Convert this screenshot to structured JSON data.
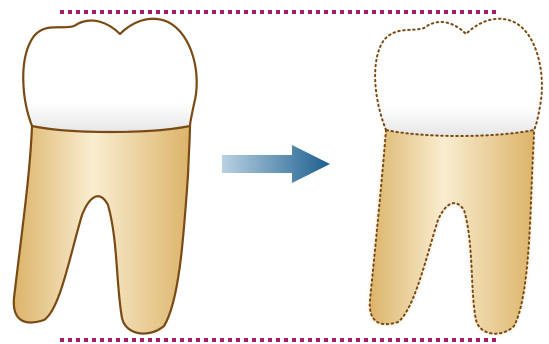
{
  "colors": {
    "background": "#ffffff",
    "guide_line": "#a01f6a",
    "crown_fill": "#ffffff",
    "crown_shade": "#e6e6e6",
    "root_light": "#f9edd0",
    "root_dark": "#dcb46a",
    "outline": "#7a4a14",
    "arrow_light": "#b9d1e2",
    "arrow_dark": "#1c5f8e"
  },
  "icons": {
    "left_tooth": "molar-tooth-solid-outline",
    "right_tooth": "molar-tooth-dotted-outline",
    "arrow": "right-arrow"
  }
}
